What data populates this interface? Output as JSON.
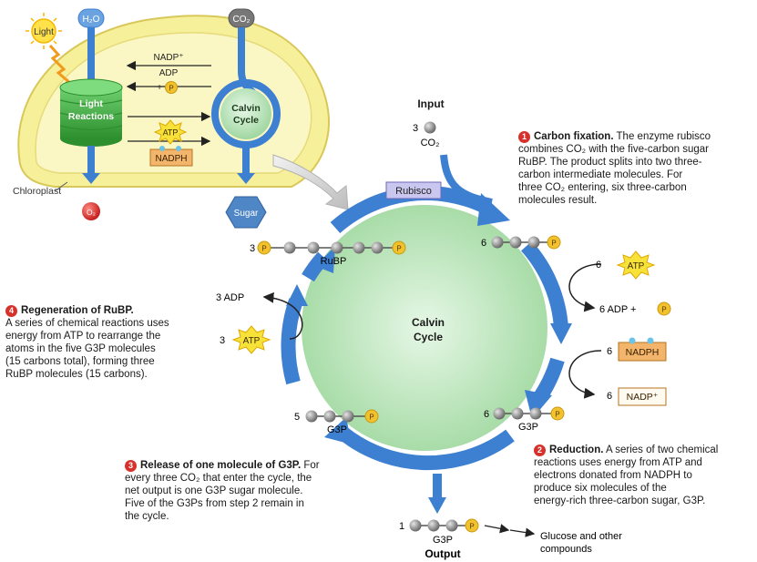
{
  "overview": {
    "h2o": "H₂O",
    "co2": "CO₂",
    "light": "Light",
    "light_reactions_line1": "Light",
    "light_reactions_line2": "Reactions",
    "calvin_cycle_line1": "Calvin",
    "calvin_cycle_line2": "Cycle",
    "nadp_plus": "NADP⁺",
    "adp": "ADP",
    "plus": "+",
    "p": "P",
    "atp": "ATP",
    "nadph": "NADPH",
    "chloroplast": "Chloroplast",
    "o2": "O₂",
    "sugar": "Sugar"
  },
  "cycle": {
    "input_label": "Input",
    "input_count": "3",
    "input_molecule": "CO₂",
    "rubisco": "Rubisco",
    "center_line1": "Calvin",
    "center_line2": "Cycle",
    "rubp_count": "3",
    "rubp_label": "RuBP",
    "six_intermediate_count": "6",
    "atp_in_count": "6",
    "atp": "ATP",
    "adp_out": "6 ADP +",
    "p": "P",
    "nadph_in_count": "6",
    "nadph": "NADPH",
    "nadp_out_count": "6",
    "nadp_plus": "NADP⁺",
    "g3p_six_count": "6",
    "g3p_label": "G3P",
    "g3p_five_count": "5",
    "regen_adp": "3 ADP",
    "regen_atp_count": "3",
    "output_count": "1",
    "output_g3p": "G3P",
    "output_label": "Output",
    "glucose_line1": "Glucose and other",
    "glucose_line2": "compounds"
  },
  "steps": [
    {
      "num": "1",
      "title": "Carbon fixation.",
      "lines": [
        "The enzyme rubisco",
        "combines CO₂ with the five-carbon sugar",
        "RuBP. The product splits into two three-",
        "carbon intermediate molecules. For",
        "three CO₂ entering, six three-carbon",
        "molecules result."
      ]
    },
    {
      "num": "2",
      "title": "Reduction.",
      "lines": [
        "A series of two chemical",
        "reactions uses energy from ATP and",
        "electrons donated from NADPH to",
        "produce six molecules of the",
        "energy-rich three-carbon sugar, G3P."
      ]
    },
    {
      "num": "3",
      "title": "Release of one molecule of G3P.",
      "lines": [
        "For",
        "every three CO₂ that enter the cycle, the",
        "net output is one G3P sugar molecule.",
        "Five of the G3Ps from step 2 remain in",
        "the cycle."
      ]
    },
    {
      "num": "4",
      "title": "Regeneration of RuBP.",
      "lines": [
        "A series of chemical reactions uses",
        "energy from ATP to rearrange the",
        "atoms in the five G3P molecules",
        "(15 carbons total), forming three",
        "RuBP molecules (15 carbons)."
      ]
    }
  ],
  "colors": {
    "cycle_arrow": "#3d7fd1",
    "carbon": "#8a8a8a",
    "phosphate": "#f2c12e",
    "atp_star": "#f7e23a",
    "nadph_box": "#f2b56b",
    "chloroplast_fill": "#f7f09a",
    "thylakoid": "#3faa3f",
    "step_badge": "#d6312b",
    "sugar_hex": "#4f86c6"
  }
}
